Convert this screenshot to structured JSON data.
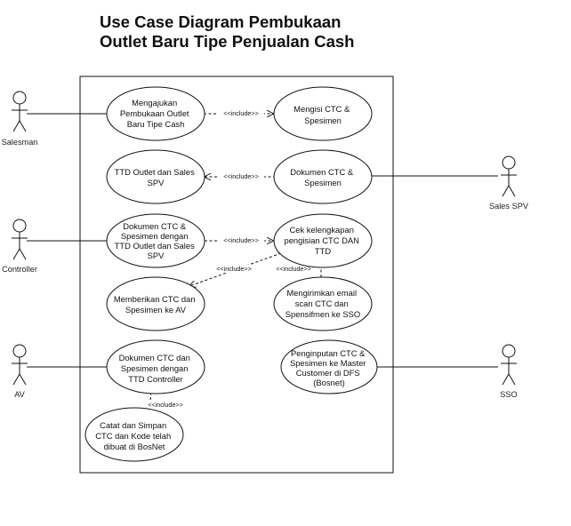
{
  "title": {
    "line1": "Use Case Diagram Pembukaan",
    "line2": "Outlet Baru Tipe Penjualan Cash"
  },
  "actors": {
    "salesman": "Salesman",
    "sales_spv": "Sales SPV",
    "controller": "Controller",
    "av": "AV",
    "sso": "SSO"
  },
  "use_cases": {
    "mengajukan": [
      "Mengajukan",
      "Pembukaan Outlet",
      "Baru Tipe Cash"
    ],
    "mengisi_ctc": [
      "Mengisi CTC &",
      "Spesimen"
    ],
    "ttd_outlet": [
      "TTD Outlet dan Sales",
      "SPV"
    ],
    "dokumen_ctc": [
      "Dokumen CTC &",
      "Spesimen"
    ],
    "dokumen_ctc_ttd": [
      "Dokumen CTC &",
      "Spesimen dengan",
      "TTD Outlet dan Sales",
      "SPV"
    ],
    "cek_kelengkapan": [
      "Cek kelengkapan",
      "pengisian CTC DAN",
      "TTD"
    ],
    "memberikan_ctc": [
      "Memberikan CTC dan",
      "Spesimen ke AV"
    ],
    "mengirimkan_email": [
      "Mengirimkan email",
      "scan CTC dan",
      "Spensifmen ke SSO"
    ],
    "dokumen_ctc_controller": [
      "Dokumen CTC dan",
      "Spesimen dengan",
      "TTD Controller"
    ],
    "penginputan_ctc": [
      "Penginputan CTC &",
      "Spesimen ke Master",
      "Customer di DFS",
      "(Bosnet)"
    ],
    "catat_simpan": [
      "Catat dan Simpan",
      "CTC dan Kode telah",
      "dibuat di BosNet"
    ]
  },
  "relations": {
    "include": "<<include>>"
  }
}
